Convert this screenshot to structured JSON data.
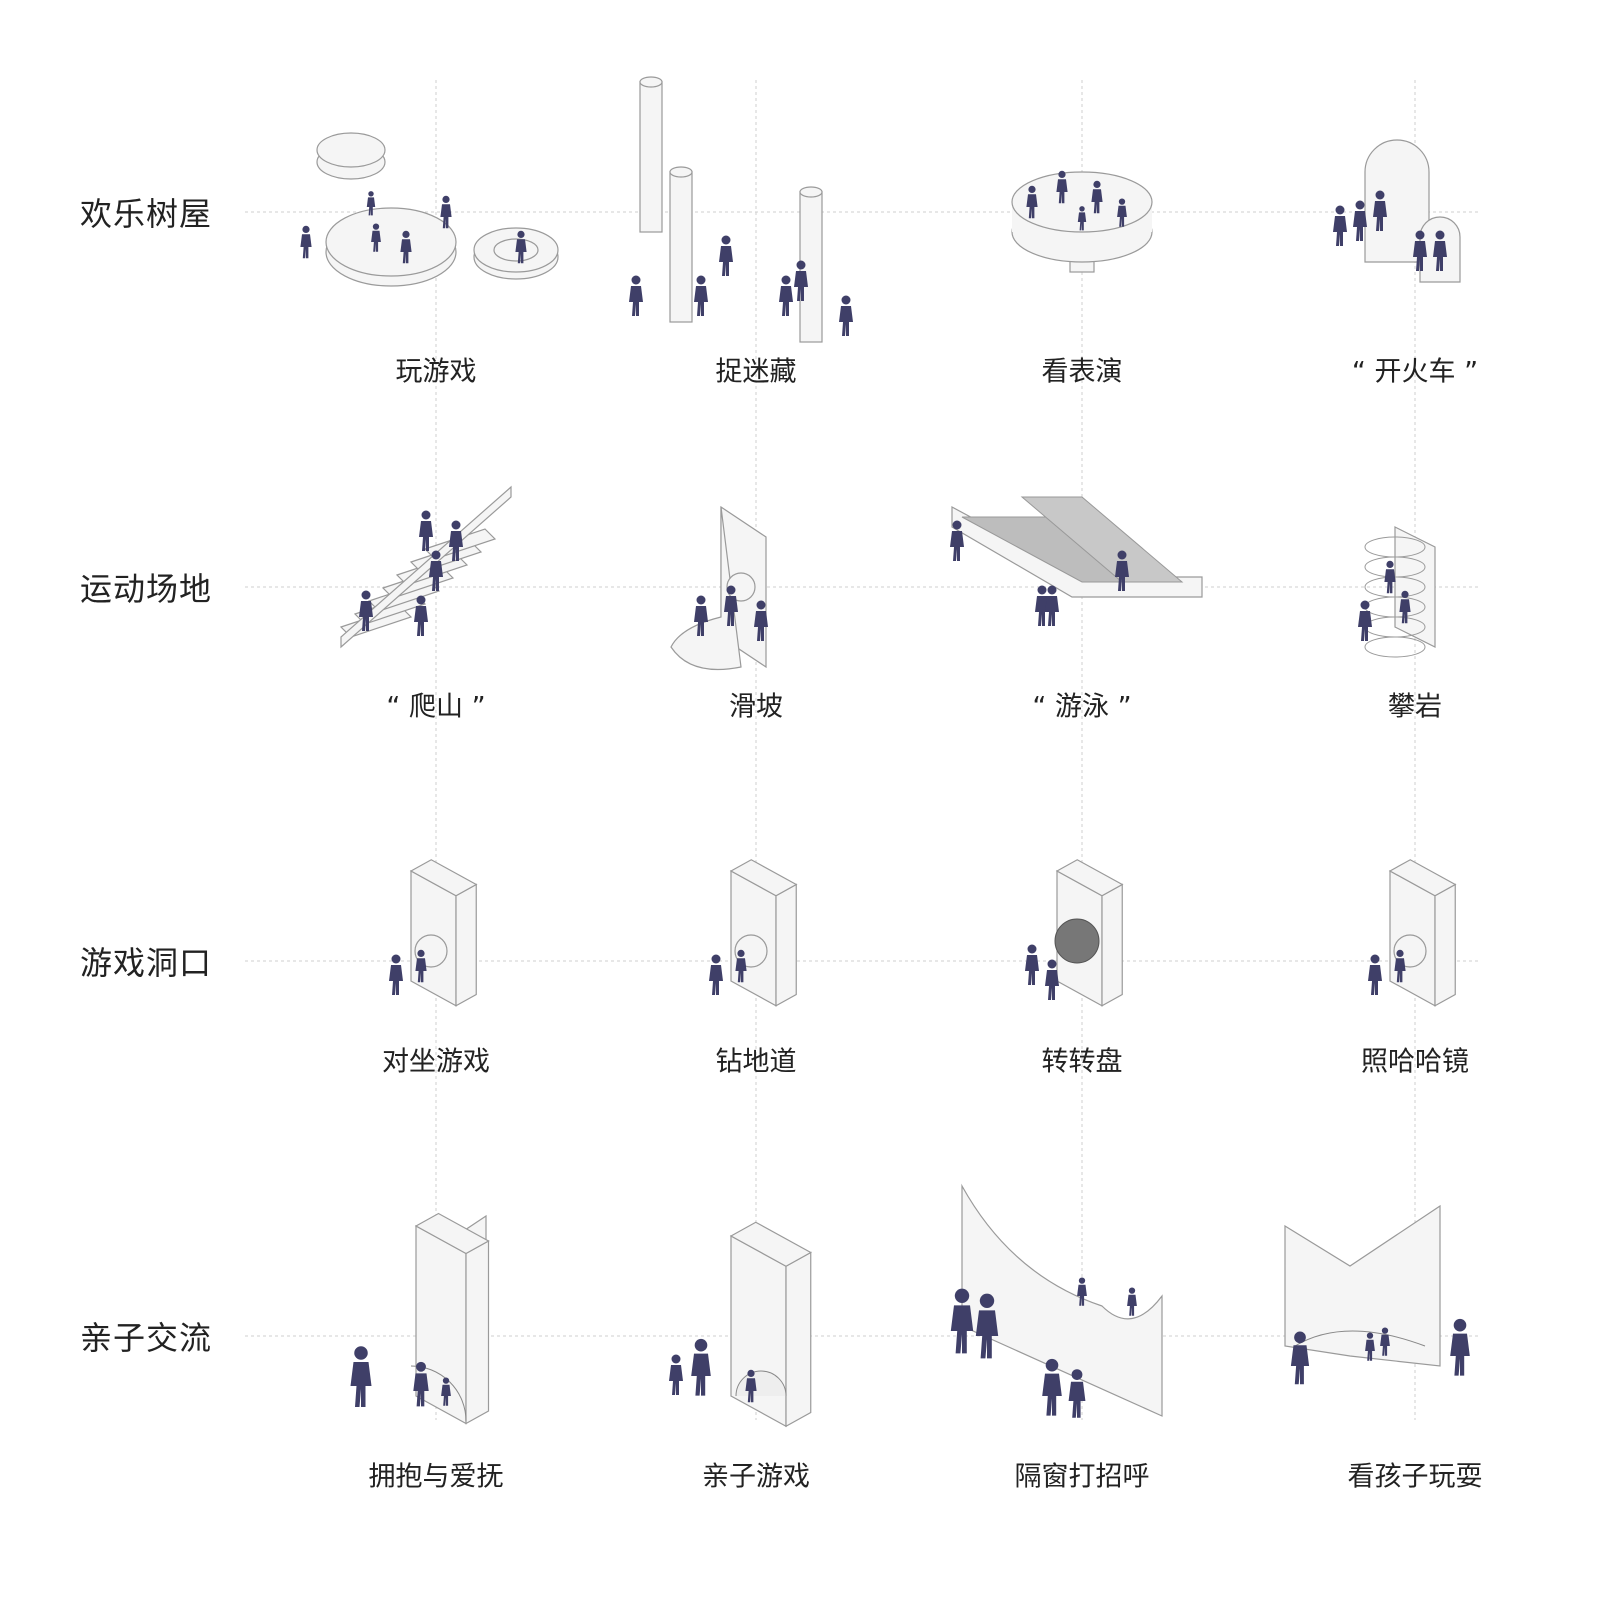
{
  "colors": {
    "figure": "#3f3f68",
    "line": "#cfcfcf",
    "shape_fill": "#f5f5f5",
    "shape_stroke": "#9a9a9a"
  },
  "rows": [
    {
      "label": "欢乐树屋",
      "cells": [
        {
          "label": "玩游戏",
          "shape": "discs"
        },
        {
          "label": "捉迷藏",
          "shape": "pillars"
        },
        {
          "label": "看表演",
          "shape": "stage"
        },
        {
          "label": "“ 开火车 ”",
          "shape": "arches"
        }
      ]
    },
    {
      "label": "运动场地",
      "cells": [
        {
          "label": "“ 爬山 ”",
          "shape": "stairs"
        },
        {
          "label": "滑坡",
          "shape": "slope"
        },
        {
          "label": "“ 游泳 ”",
          "shape": "pool"
        },
        {
          "label": "攀岩",
          "shape": "cage"
        }
      ]
    },
    {
      "label": "游戏洞口",
      "cells": [
        {
          "label": "对坐游戏",
          "shape": "hole"
        },
        {
          "label": "钻地道",
          "shape": "hole"
        },
        {
          "label": "转转盘",
          "shape": "wheel"
        },
        {
          "label": "照哈哈镜",
          "shape": "hole"
        }
      ]
    },
    {
      "label": "亲子交流",
      "cells": [
        {
          "label": "拥抱与爱抚",
          "shape": "lwall"
        },
        {
          "label": "亲子游戏",
          "shape": "archbox"
        },
        {
          "label": "隔窗打招呼",
          "shape": "curvewall"
        },
        {
          "label": "看孩子玩耍",
          "shape": "vwall"
        }
      ]
    }
  ]
}
